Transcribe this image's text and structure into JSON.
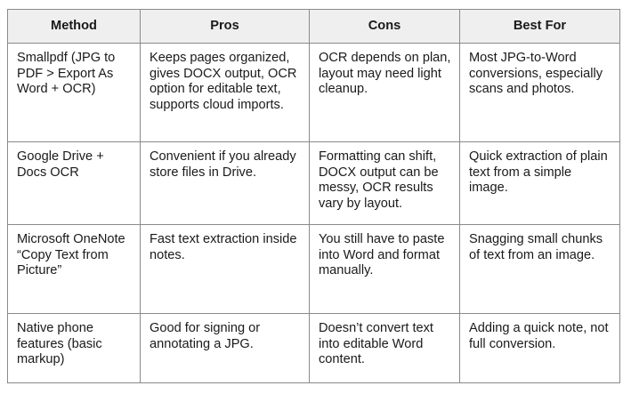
{
  "table": {
    "headers": [
      "Method",
      "Pros",
      "Cons",
      "Best For"
    ],
    "rows": [
      {
        "method": "Smallpdf (JPG to PDF > Export As Word + OCR)",
        "pros": "Keeps pages organized, gives DOCX output, OCR option for editable text, supports cloud imports.",
        "cons": "OCR depends on plan, layout may need light cleanup.",
        "best_for": "Most JPG-to-Word conversions, especially scans and photos."
      },
      {
        "method": "Google Drive + Docs OCR",
        "pros": "Convenient if you already store files in Drive.",
        "cons": "Formatting can shift, DOCX output can be messy, OCR results vary by layout.",
        "best_for": "Quick extraction of plain text from a simple image."
      },
      {
        "method": "Microsoft OneNote “Copy Text from Picture”",
        "pros": "Fast text extraction inside notes.",
        "cons": "You still have to paste into Word and format manually.",
        "best_for": "Snagging small chunks of text from an image."
      },
      {
        "method": "Native phone features (basic markup)",
        "pros": "Good for signing or annotating a JPG.",
        "cons": "Doesn’t convert text into editable Word content.",
        "best_for": "Adding a quick note, not full conversion."
      }
    ]
  },
  "colors": {
    "header_bg": "#efefef",
    "border": "#8a8a8a",
    "text": "#1a1a1a"
  }
}
